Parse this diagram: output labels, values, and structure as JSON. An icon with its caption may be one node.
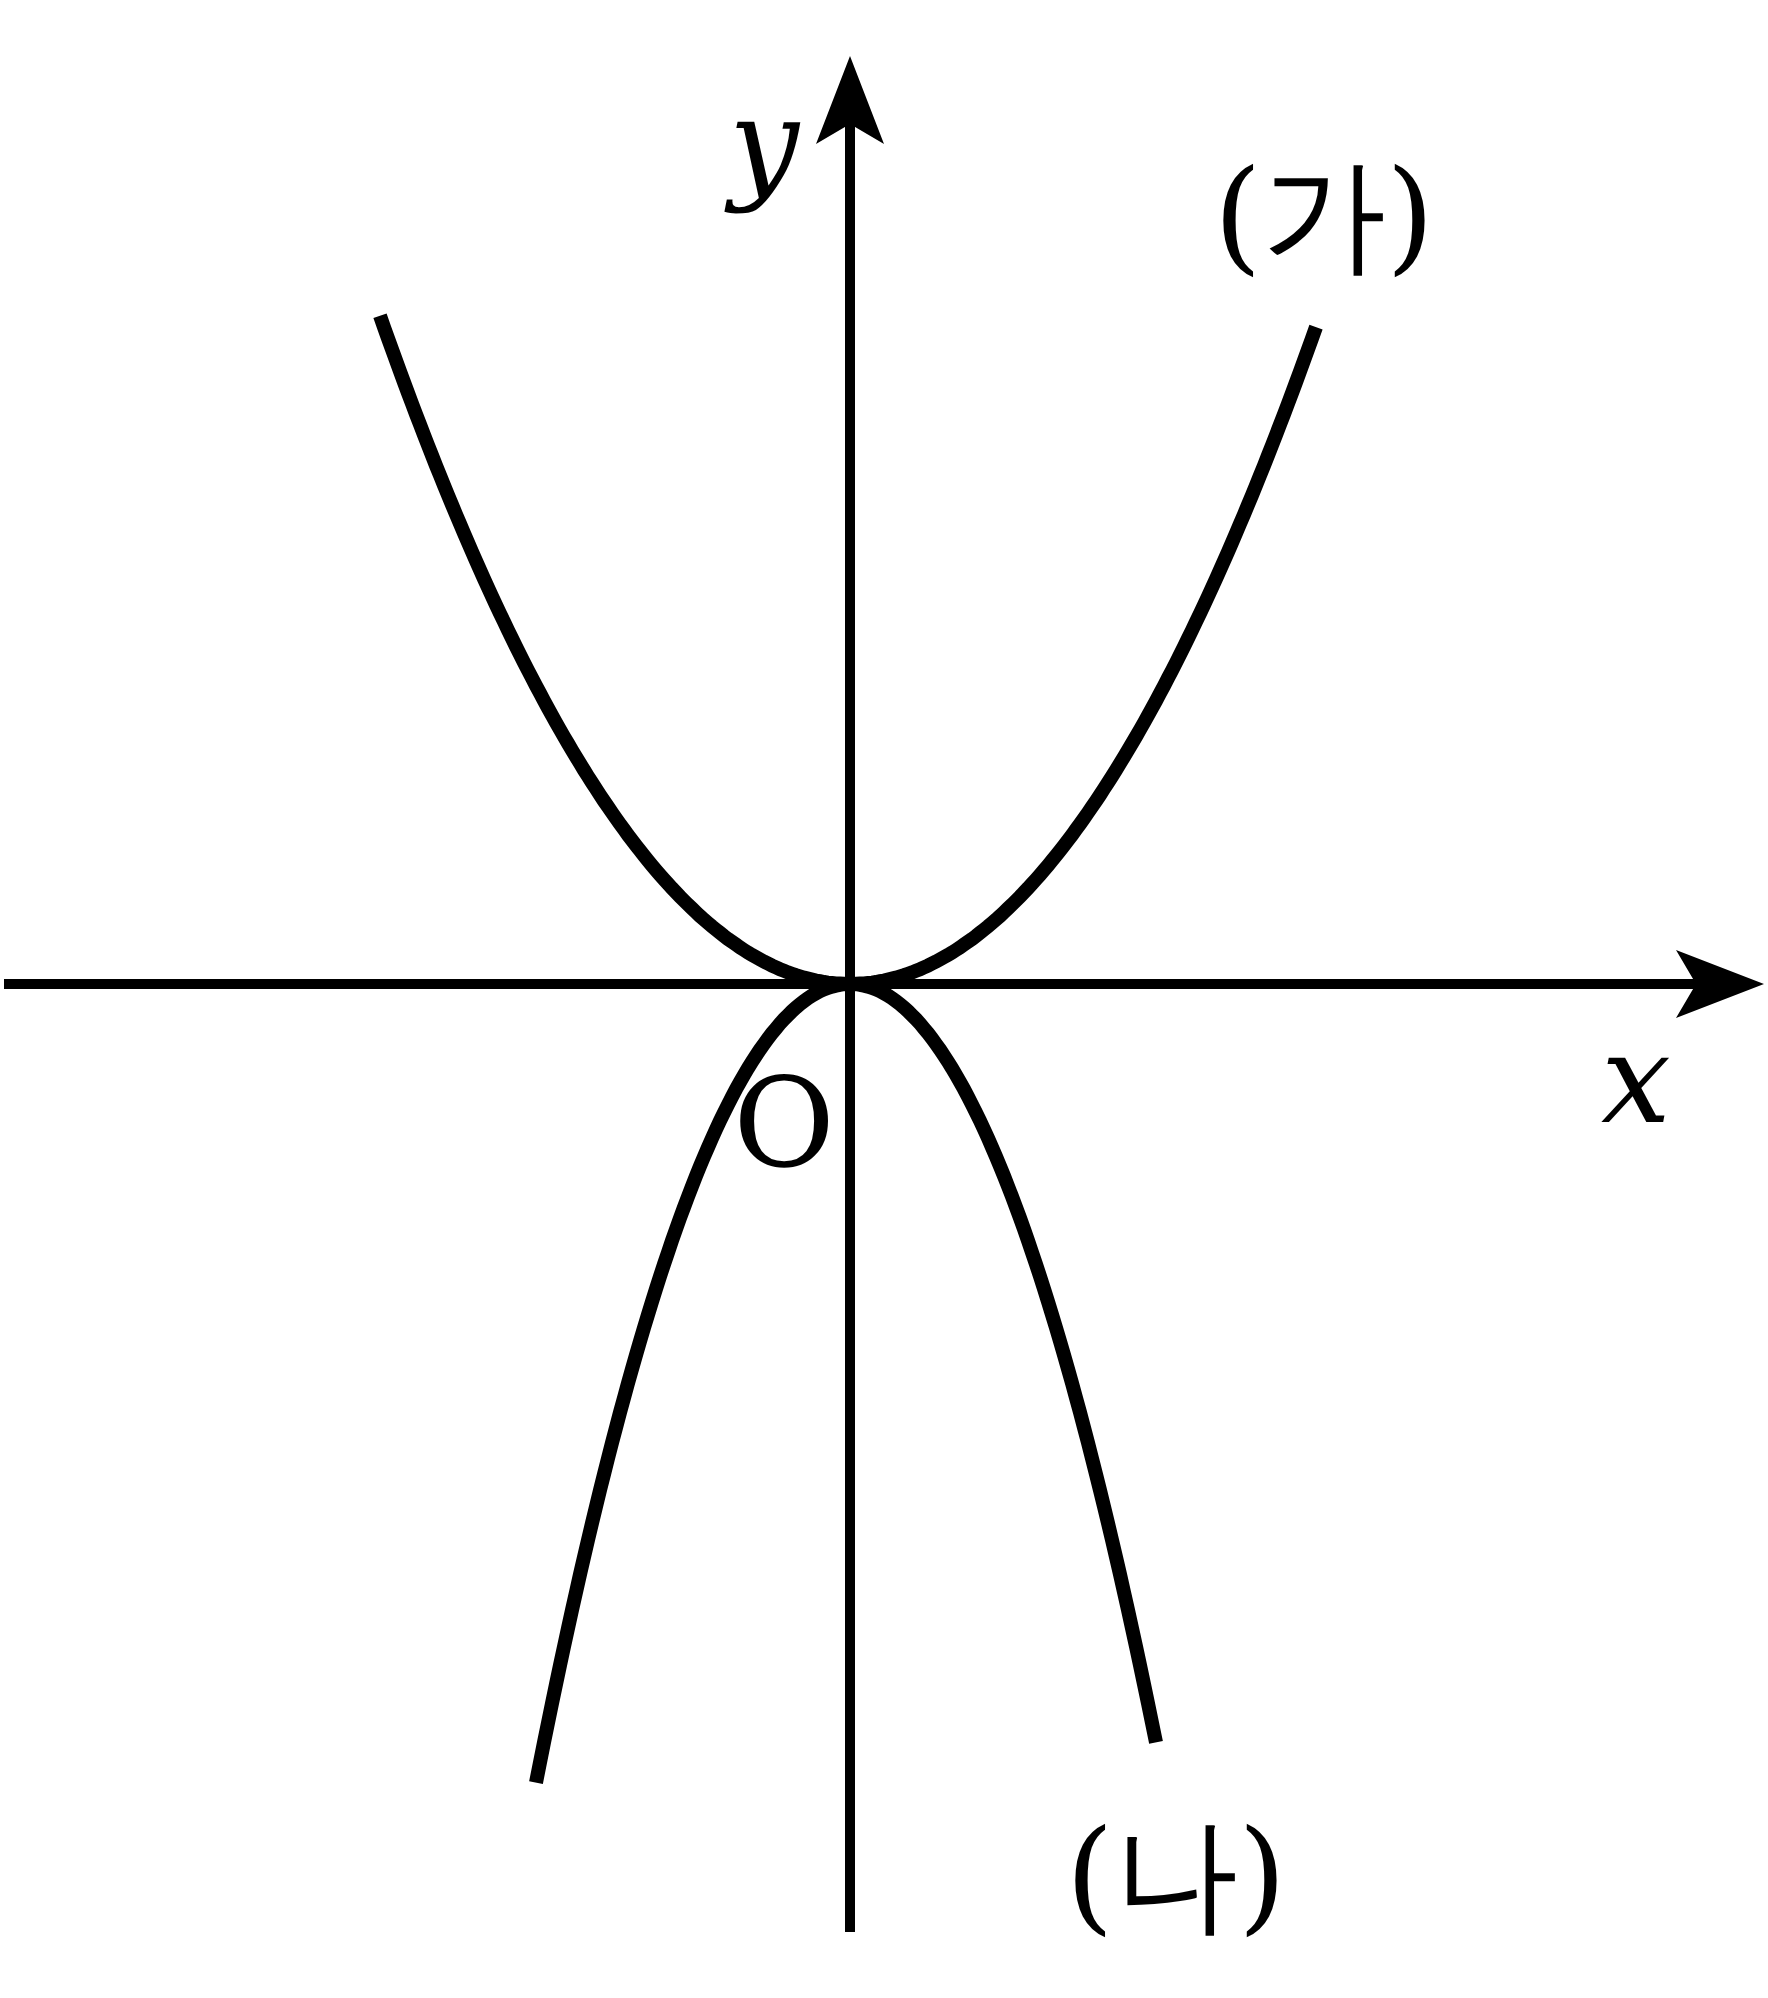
{
  "diagram": {
    "labels": [
      "y",
      "(가)",
      "x",
      "O",
      "(나)"
    ]
  }
}
